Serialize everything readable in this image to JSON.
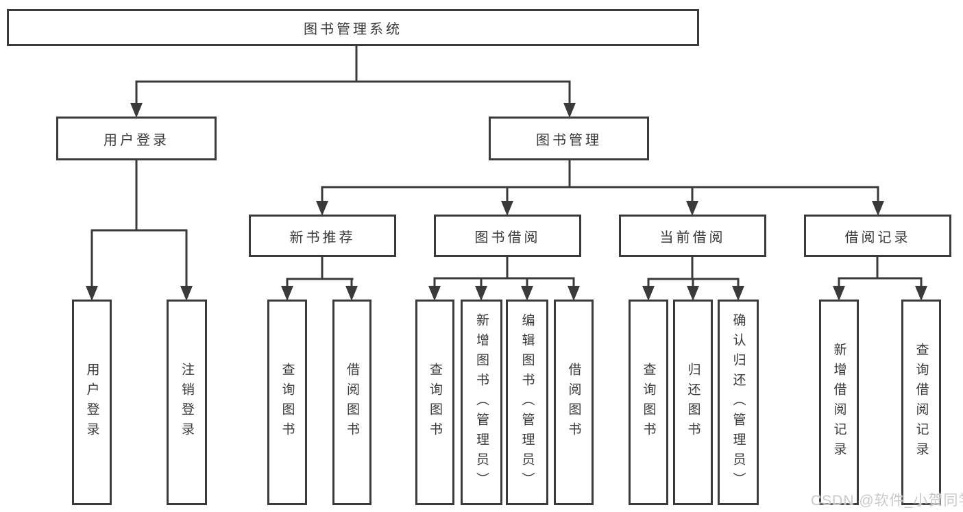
{
  "diagram": {
    "tree": {
      "label": "图书管理系统",
      "children": [
        {
          "label": "用户登录",
          "children": [
            {
              "label": "用户登录"
            },
            {
              "label": "注销登录"
            }
          ]
        },
        {
          "label": "图书管理",
          "children": [
            {
              "label": "新书推荐",
              "children": [
                {
                  "label": "查询图书"
                },
                {
                  "label": "借阅图书"
                }
              ]
            },
            {
              "label": "图书借阅",
              "children": [
                {
                  "label": "查询图书"
                },
                {
                  "label": "新增图书（管理员）"
                },
                {
                  "label": "编辑图书（管理员）"
                },
                {
                  "label": "借阅图书"
                }
              ]
            },
            {
              "label": "当前借阅",
              "children": [
                {
                  "label": "查询图书"
                },
                {
                  "label": "归还图书"
                },
                {
                  "label": "确认归还（管理员）"
                }
              ]
            },
            {
              "label": "借阅记录",
              "children": [
                {
                  "label": "新增借阅记录"
                },
                {
                  "label": "查询借阅记录"
                }
              ]
            }
          ]
        }
      ]
    },
    "colors": {
      "line": "#3a3a3a",
      "text": "#3a3a3a",
      "background": "#ffffff",
      "watermark": "#c9c9c9"
    }
  },
  "watermark": {
    "text": "CSDN @软件_小贺同学"
  }
}
